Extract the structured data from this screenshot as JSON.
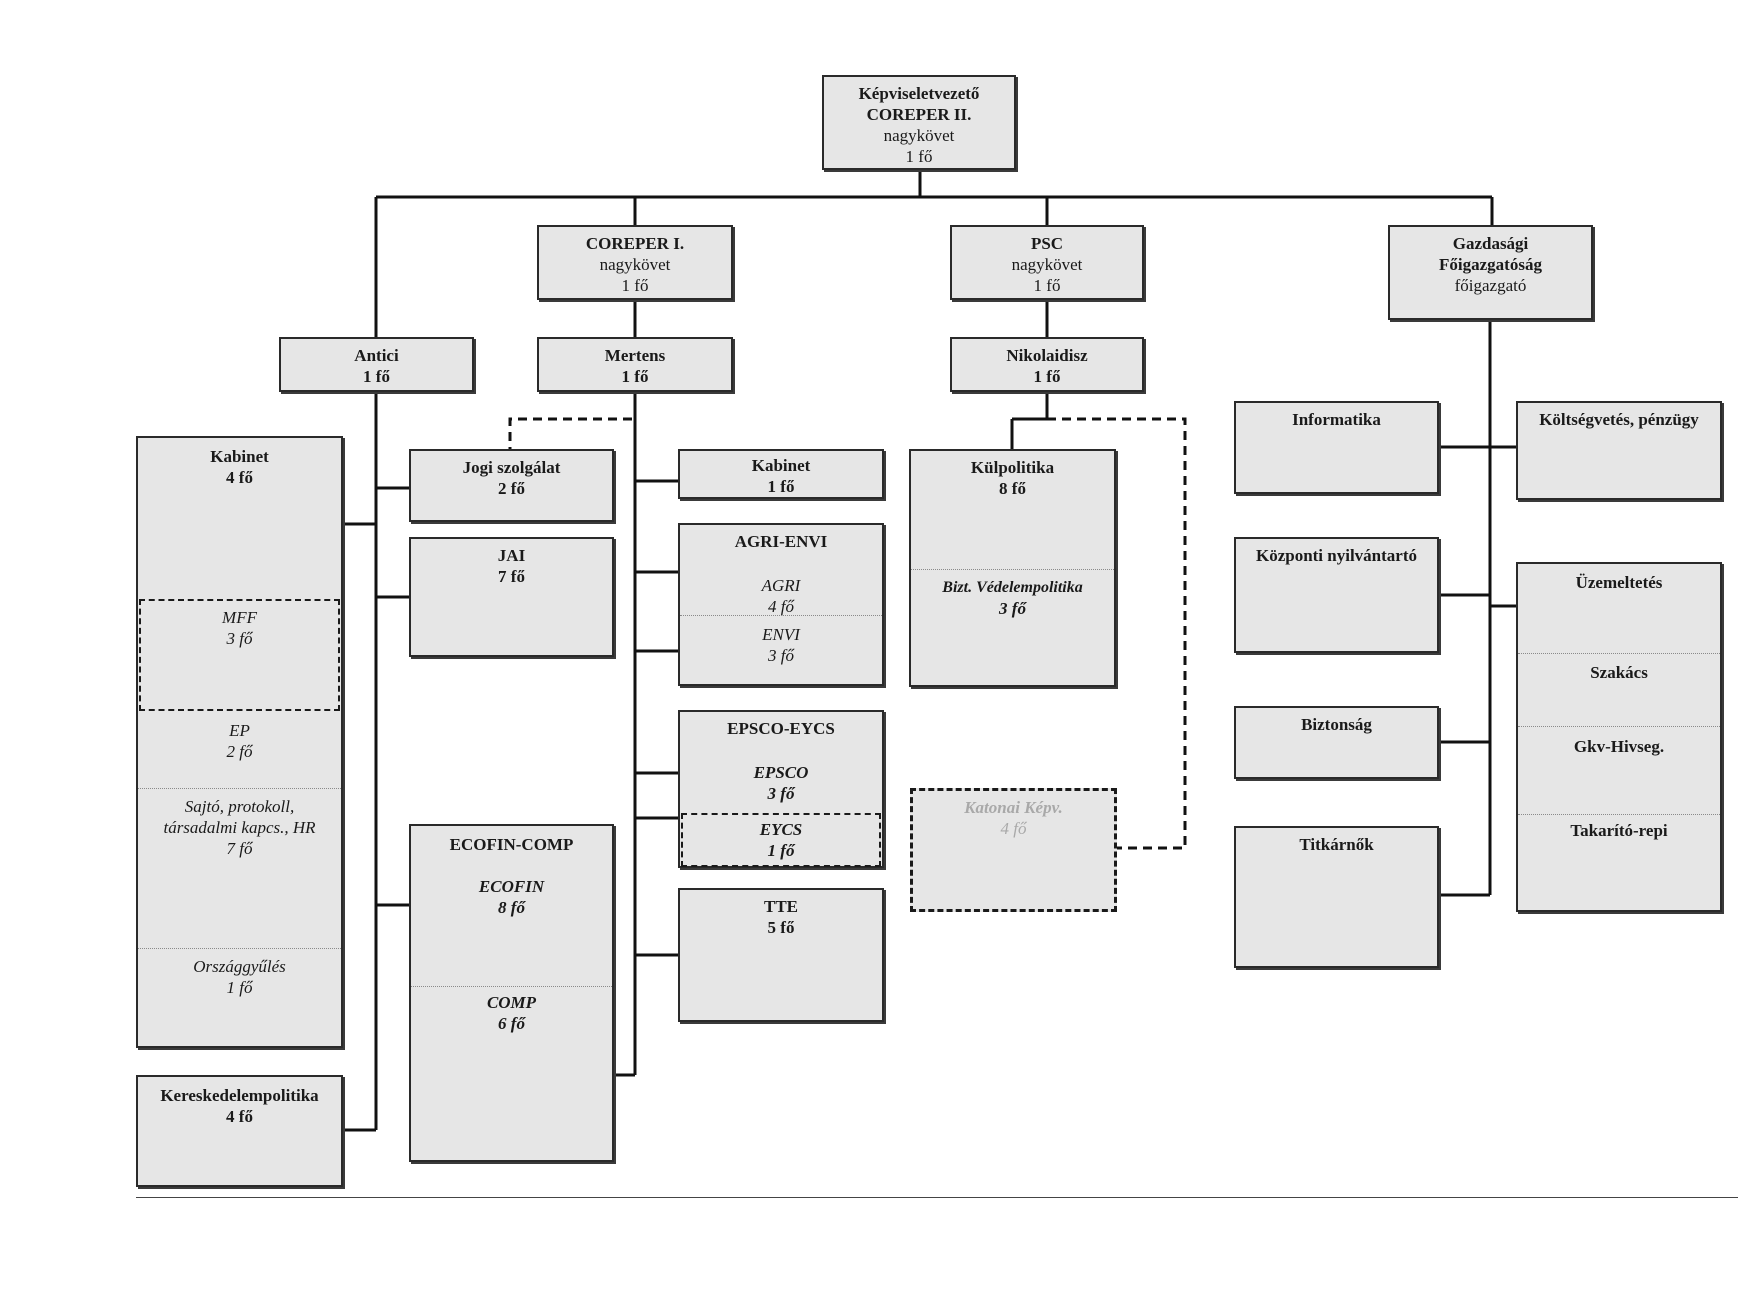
{
  "top": {
    "title1": "Képviseletvezető",
    "title2": "COREPER II.",
    "role": "nagykövet",
    "count": "1 fő"
  },
  "coreper1": {
    "title": "COREPER I.",
    "role": "nagykövet",
    "count": "1 fő"
  },
  "psc": {
    "title": "PSC",
    "role": "nagykövet",
    "count": "1 fő"
  },
  "gazd": {
    "title1": "Gazdasági",
    "title2": "Főigazgatóság",
    "role": "főigazgató"
  },
  "antici": {
    "title": "Antici",
    "count": "1 fő"
  },
  "mertens": {
    "title": "Mertens",
    "count": "1 fő"
  },
  "nikolaidisz": {
    "title": "Nikolaidisz",
    "count": "1 fő"
  },
  "kabinet_left": {
    "title": "Kabinet",
    "count": "4 fő",
    "mff": {
      "title": "MFF",
      "count": "3 fő"
    },
    "ep": {
      "title": "EP",
      "count": "2 fő"
    },
    "sajto": {
      "line1": "Sajtó, protokoll,",
      "line2": "társadalmi kapcs., HR",
      "count": "7 fő"
    },
    "orszaggyules": {
      "title": "Országgyűlés",
      "count": "1 fő"
    }
  },
  "kereskedelempolitika": {
    "title": "Kereskedelempolitika",
    "count": "4 fő"
  },
  "jogi": {
    "title": "Jogi szolgálat",
    "count": "2 fő"
  },
  "jai": {
    "title": "JAI",
    "count": "7 fő"
  },
  "ecofin_comp": {
    "title": "ECOFIN-COMP",
    "ecofin": {
      "title": "ECOFIN",
      "count": "8 fő"
    },
    "comp": {
      "title": "COMP",
      "count": "6 fő"
    }
  },
  "kabinet_mid": {
    "title": "Kabinet",
    "count": "1 fő"
  },
  "agri_envi": {
    "title": "AGRI-ENVI",
    "agri": {
      "title": "AGRI",
      "count": "4 fő"
    },
    "envi": {
      "title": "ENVI",
      "count": "3 fő"
    }
  },
  "epsco_eycs": {
    "title": "EPSCO-EYCS",
    "epsco": {
      "title": "EPSCO",
      "count": "3 fő"
    },
    "eycs": {
      "title": "EYCS",
      "count": "1 fő"
    }
  },
  "tte": {
    "title": "TTE",
    "count": "5 fő"
  },
  "kulpolitika": {
    "title": "Külpolitika",
    "count": "8 fő",
    "bizt": {
      "title": "Bizt. Védelempolitika",
      "count": "3 fő"
    }
  },
  "katonai": {
    "title": "Katonai Képv.",
    "count": "4 fő"
  },
  "informatika": {
    "title": "Informatika"
  },
  "kozponti": {
    "title": "Központi nyilvántartó"
  },
  "biztonsag": {
    "title": "Biztonság"
  },
  "titkarnok": {
    "title": "Titkárnők"
  },
  "koltsegvetes": {
    "title": "Költségvetés, pénzügy"
  },
  "uzemeltetes": {
    "title": "Üzemeltetés",
    "szakacs": {
      "title": "Szakács"
    },
    "gkv": {
      "title": "Gkv-Hivseg."
    },
    "takarito": {
      "title": "Takarító-repi"
    }
  }
}
